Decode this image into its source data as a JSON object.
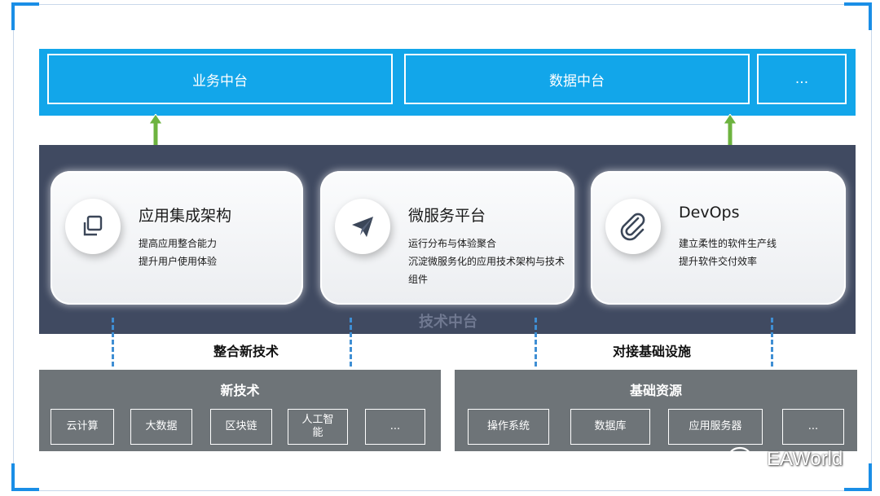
{
  "top_row": [
    "业务中台",
    "数据中台",
    "..."
  ],
  "tech_platform": {
    "label": "技术中台",
    "cards": [
      {
        "title": "应用集成架构",
        "lines": [
          "提高应用整合能力",
          "提升用户使用体验"
        ],
        "icon": "copy-icon"
      },
      {
        "title": "微服务平台",
        "lines": [
          "运行分布与体验聚合",
          "沉淀微服务化的应用技术架构与技术组件"
        ],
        "icon": "paper-plane-icon"
      },
      {
        "title": "DevOps",
        "lines": [
          "建立柔性的软件生产线",
          "提升软件交付效率"
        ],
        "icon": "paperclip-icon"
      }
    ]
  },
  "connectors": {
    "left": "整合新技术",
    "right": "对接基础设施"
  },
  "new_tech": {
    "title": "新技术",
    "items": [
      "云计算",
      "大数据",
      "区块链",
      "人工智能",
      "..."
    ]
  },
  "infrastructure": {
    "title": "基础资源",
    "items": [
      "操作系统",
      "数据库",
      "应用服务器",
      "..."
    ]
  },
  "watermark": "EAWorld",
  "colors": {
    "top_band": "#12a6ea",
    "tech_band": "#404a61",
    "bottom_band": "#6e7478",
    "arrow": "#6db33f",
    "dash": "#3f8fd4",
    "corner": "#1a8ee6"
  }
}
